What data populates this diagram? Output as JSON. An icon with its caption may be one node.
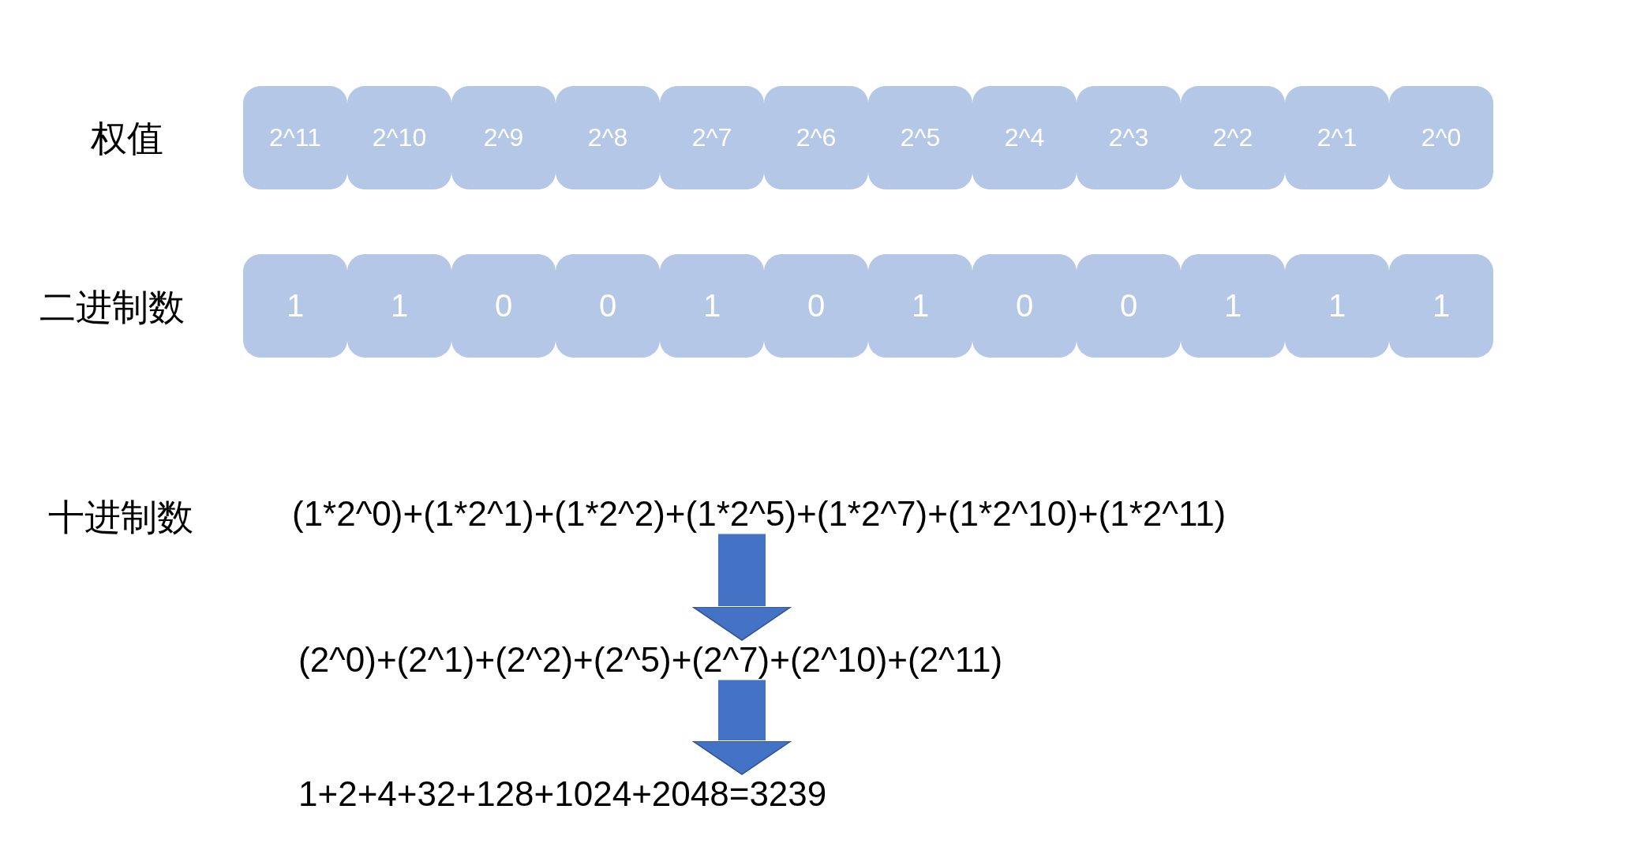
{
  "diagram": {
    "nodes": [
      {
        "text": [
          "2^11"
        ]
      },
      {
        "text": [
          "2^10"
        ]
      },
      {
        "text": [
          "2^9"
        ]
      },
      {
        "text": [
          "2^8"
        ]
      },
      {
        "text": [
          "2^7"
        ]
      },
      {
        "text": [
          "2^6"
        ]
      },
      {
        "text": [
          "2^5"
        ]
      },
      {
        "text": [
          "2^4"
        ]
      },
      {
        "text": [
          "2^3"
        ]
      },
      {
        "text": [
          "2^2"
        ]
      },
      {
        "text": [
          "2^1"
        ]
      },
      {
        "text": [
          "2^0"
        ]
      },
      {
        "text": [
          "1"
        ]
      },
      {
        "text": [
          "1"
        ]
      },
      {
        "text": [
          "0"
        ]
      },
      {
        "text": [
          "0"
        ]
      },
      {
        "text": [
          "1"
        ]
      },
      {
        "text": [
          "0"
        ]
      },
      {
        "text": [
          "1"
        ]
      },
      {
        "text": [
          "0"
        ]
      },
      {
        "text": [
          "0"
        ]
      },
      {
        "text": [
          "1"
        ]
      },
      {
        "text": [
          "1"
        ]
      },
      {
        "text": [
          "1"
        ]
      },
      {
        "text": [
          "(1*2^0)+(1*2^1)+(1*2^2)+(1*2^5)+(1*2^7)+(1*2^10)+(1*2^11)"
        ]
      },
      {
        "text": [
          "(2^0)+(2^1)+(2^2)+(2^5)+(2^7)+(2^10)+(2^11)"
        ]
      },
      {
        "text": [
          "1+2+4+32+128+1024+2048=3239"
        ]
      }
    ],
    "edges": [
      {
        "from": 24,
        "to": 25,
        "arrow": "to"
      },
      {
        "from": 25,
        "to": 26,
        "arrow": "to"
      }
    ],
    "labels": [
      "权值",
      "二进制数",
      "十进制数"
    ]
  }
}
